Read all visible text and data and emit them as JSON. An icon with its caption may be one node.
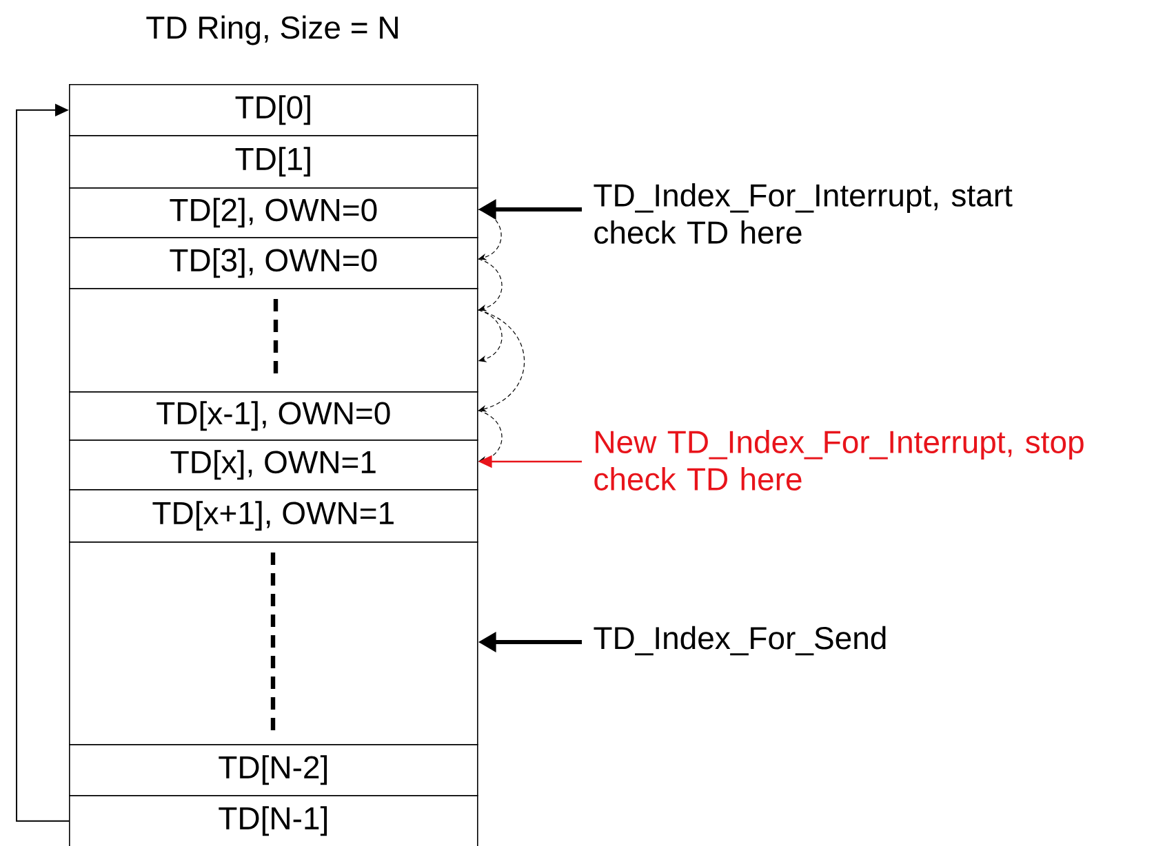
{
  "diagram": {
    "title": "TD Ring, Size = N",
    "nodes": [
      {
        "text": [
          "TD[0]"
        ]
      },
      {
        "text": [
          "TD[1]"
        ]
      },
      {
        "text": [
          "TD[2], OWN=0"
        ]
      },
      {
        "text": [
          "TD[3], OWN=0"
        ]
      },
      {
        "text": [],
        "shape": "box"
      },
      {
        "text": [
          "TD[x-1], OWN=0"
        ]
      },
      {
        "text": [
          "TD[x], OWN=1"
        ]
      },
      {
        "text": [
          "TD[x+1], OWN=1"
        ]
      },
      {
        "text": [],
        "shape": "box"
      },
      {
        "text": [
          "TD[N-2]"
        ]
      },
      {
        "text": [
          "TD[N-1]"
        ]
      },
      {
        "text": [
          "TD_Index_For_Interrupt, start check TD here"
        ]
      },
      {
        "text": [
          "New TD_Index_For_Interrupt, stop check TD here"
        ]
      },
      {
        "text": [
          "TD_Index_For_Send"
        ]
      }
    ],
    "edges": [
      {
        "from": 10,
        "to": 0,
        "arrow": "to"
      },
      {
        "from": 11,
        "to": 2,
        "arrow": "to",
        "style": "thick"
      },
      {
        "from": 2,
        "to": 3,
        "arrow": "to",
        "style": "dashed"
      },
      {
        "from": 3,
        "to": 4,
        "arrow": "to",
        "style": "dashed"
      },
      {
        "from": 4,
        "to": 4,
        "arrow": "to",
        "style": "dashed"
      },
      {
        "from": 4,
        "to": 5,
        "arrow": "to",
        "style": "dashed"
      },
      {
        "from": 5,
        "to": 6,
        "arrow": "to",
        "style": "dashed"
      },
      {
        "from": 12,
        "to": 6,
        "arrow": "to",
        "color": "#e8141b"
      },
      {
        "from": 13,
        "to": 8,
        "arrow": "to",
        "style": "thick"
      }
    ]
  }
}
